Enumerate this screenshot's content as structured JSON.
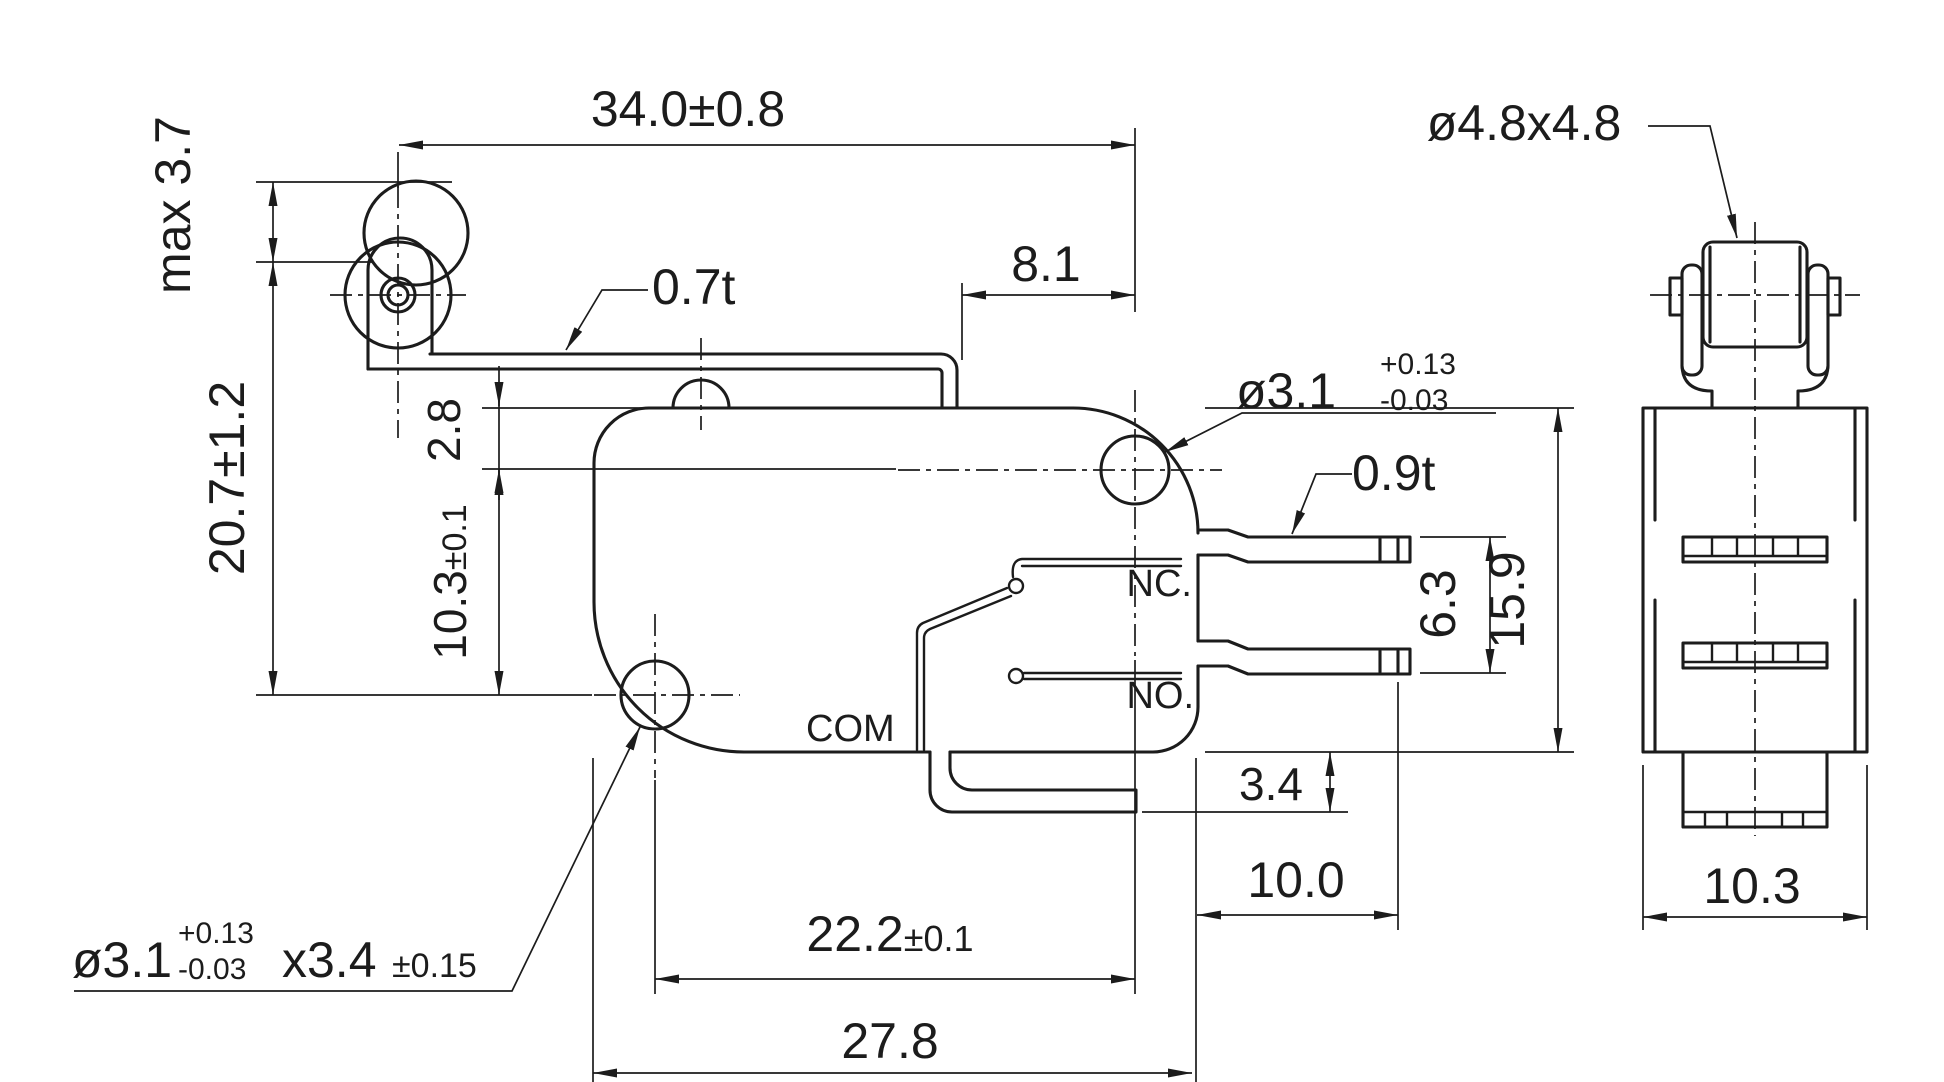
{
  "drawing": {
    "type": "mechanical dimensional drawing",
    "subject": "roller lever micro switch",
    "ink_color": "#1c1c1c",
    "background_color": "#ffffff"
  },
  "front_view": {
    "dims": {
      "lever_length": "34.0±0.8",
      "pretravel": "max 3.7",
      "lever_thickness": "0.7t",
      "roller_overhang": "8.1",
      "mount_hole_top": {
        "dia": "ø3.1",
        "tol_plus": "+0.13",
        "tol_minus": "-0.03"
      },
      "free_position_height": "20.7±1.2",
      "hole_top_offset": "2.8",
      "hole_pitch_vertical": {
        "value": "10.3",
        "tol": "±0.1"
      },
      "terminal_thickness": "0.9t",
      "terminal_span": "6.3",
      "body_height": "15.9",
      "com_terminal_drop": "3.4",
      "hole_pitch_horizontal": {
        "value": "22.2",
        "tol": "±0.1"
      },
      "terminal_length": "10.0",
      "body_width": "27.8",
      "mount_hole_bottom": {
        "dia": "ø3.1",
        "tol_plus": "+0.13",
        "tol_minus": "-0.03",
        "depth": "x3.4",
        "depth_tol": "±0.15"
      }
    },
    "terminals": {
      "nc": "NC.",
      "no": "NO.",
      "com": "COM"
    }
  },
  "side_view": {
    "dims": {
      "roller_size": "ø4.8x4.8",
      "body_depth": "10.3"
    }
  }
}
